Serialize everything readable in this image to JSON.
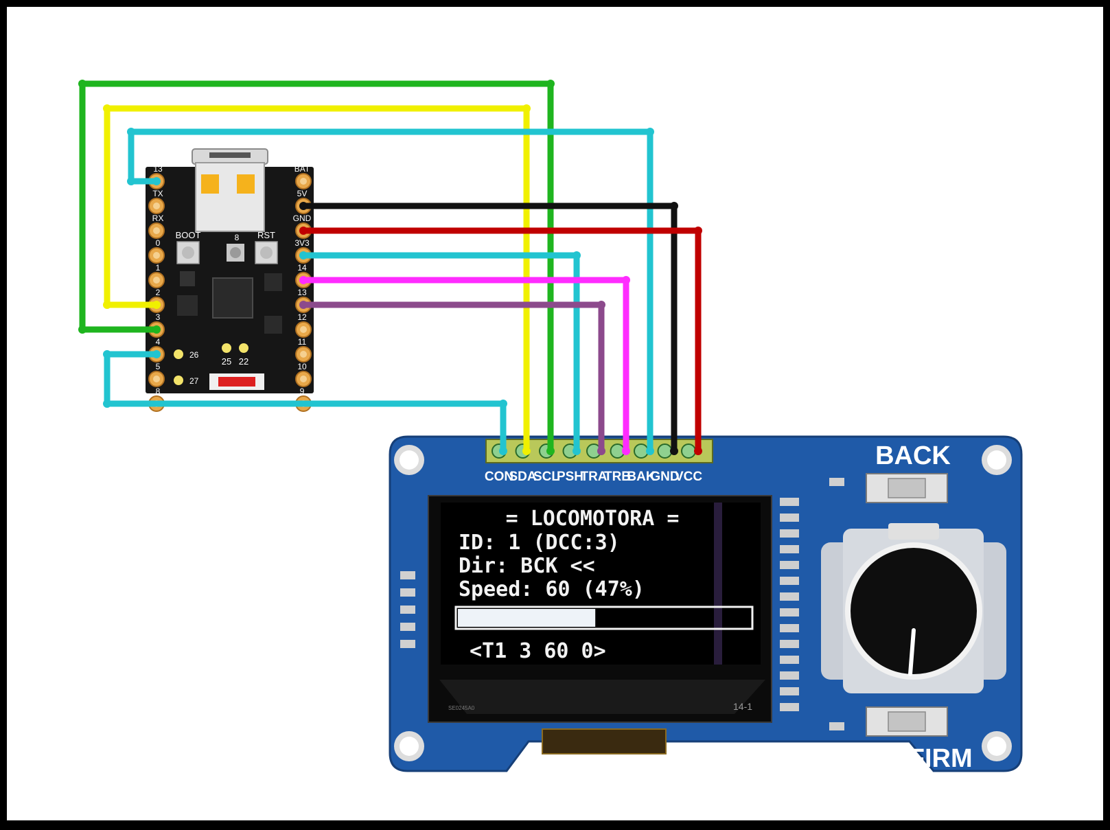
{
  "board": {
    "left_pins": [
      "13",
      "TX",
      "RX",
      "0",
      "1",
      "2",
      "3",
      "4",
      "5",
      "8"
    ],
    "right_pins": [
      "BAT",
      "5V",
      "GND",
      "3V3",
      "14",
      "13",
      "12",
      "11",
      "10",
      "9"
    ],
    "labels": {
      "boot": "BOOT",
      "rst": "RST",
      "mid": "8",
      "p25": "25",
      "p22": "22",
      "p26": "26",
      "p27": "27"
    }
  },
  "module": {
    "header_pins": [
      "CON",
      "SDA",
      "SCL",
      "PSH",
      "TRA",
      "TRB",
      "BAK",
      "GND",
      "VCC"
    ],
    "back_label": "BACK",
    "confirm_label": "CONFIRM",
    "panel_code": "14-1",
    "flex_code": "SE0245A0"
  },
  "oled": {
    "title": "= LOCOMOTORA =",
    "id_line": "ID: 1 (DCC:3)",
    "dir_line": "Dir: BCK <<",
    "speed_line": "Speed: 60 (47%)",
    "speed_percent": 47,
    "command_line": "<T1 3 60 0>"
  },
  "wire_colors": {
    "green": "#1fb51f",
    "yellow": "#f0f000",
    "cyan": "#22c4d0",
    "black": "#111111",
    "red": "#c00000",
    "magenta": "#ff2cff",
    "purple": "#8c4a8c"
  }
}
